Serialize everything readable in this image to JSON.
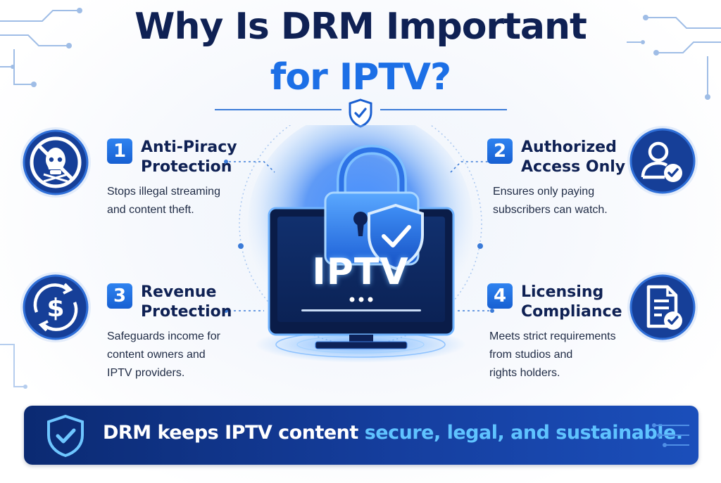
{
  "title": {
    "line1": "Why Is DRM Important",
    "line2": "for IPTV?"
  },
  "center": {
    "screen_label": "IPTV",
    "icons": [
      "padlock-icon",
      "shield-check-icon",
      "monitor-icon"
    ]
  },
  "features": [
    {
      "number": "1",
      "title_lines": [
        "Anti-Piracy",
        "Protection"
      ],
      "desc_lines": [
        "Stops illegal streaming",
        "and content theft."
      ],
      "icon": "no-piracy-skull-icon"
    },
    {
      "number": "2",
      "title_lines": [
        "Authorized",
        "Access Only"
      ],
      "desc_lines": [
        "Ensures only paying",
        "subscribers can watch."
      ],
      "icon": "user-check-icon"
    },
    {
      "number": "3",
      "title_lines": [
        "Revenue",
        "Protection"
      ],
      "desc_lines": [
        "Safeguards income for",
        "content owners and",
        "IPTV providers."
      ],
      "icon": "dollar-cycle-icon"
    },
    {
      "number": "4",
      "title_lines": [
        "Licensing",
        "Compliance"
      ],
      "desc_lines": [
        "Meets strict requirements",
        "from studios and",
        "rights holders."
      ],
      "icon": "document-check-icon"
    }
  ],
  "banner": {
    "text_plain": "DRM keeps IPTV content ",
    "text_highlight": "secure, legal, and sustainable.",
    "icon": "shield-check-icon"
  },
  "colors": {
    "navy": "#0f2154",
    "accent_blue": "#1c6fe6",
    "banner_highlight": "#5fc3ff",
    "icon_ring": "#1a4aa8"
  }
}
